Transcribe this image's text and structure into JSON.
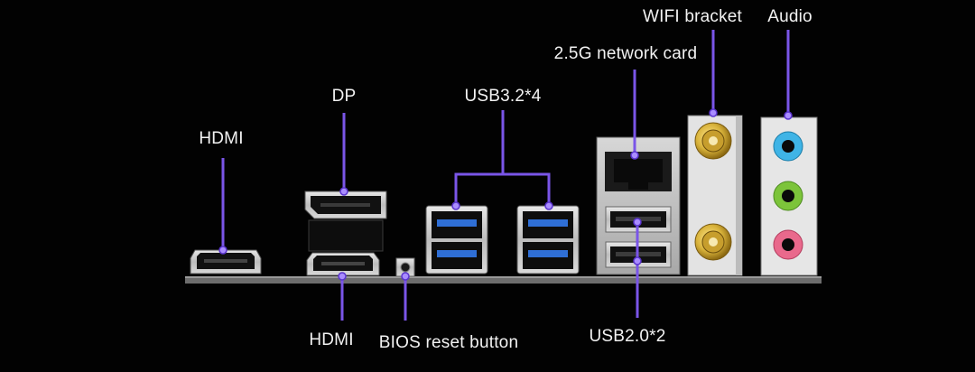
{
  "labels": {
    "hdmi_top": "HDMI",
    "dp": "DP",
    "usb32": "USB3.2*4",
    "network": "2.5G network card",
    "wifi": "WIFI bracket",
    "audio": "Audio",
    "hdmi_bottom": "HDMI",
    "bios": "BIOS reset button",
    "usb20": "USB2.0*2"
  },
  "colors": {
    "background": "#020202",
    "leader_line": "#7a55e8",
    "leader_dot": "#a98cff",
    "usb3_blue": "#2f6fd6",
    "audio_blue": "#3fb4e6",
    "audio_green": "#7cc43a",
    "audio_pink": "#e9698c",
    "antenna_gold": "#d8b23a"
  },
  "icons": {
    "hdmi": "hdmi-port-icon",
    "displayport": "displayport-icon",
    "usb3": "usb3-port-icon",
    "rj45": "ethernet-port-icon",
    "usb2": "usb2-port-icon",
    "antenna": "wifi-antenna-connector-icon",
    "audio_jack": "audio-jack-icon",
    "button": "bios-reset-button-icon"
  }
}
